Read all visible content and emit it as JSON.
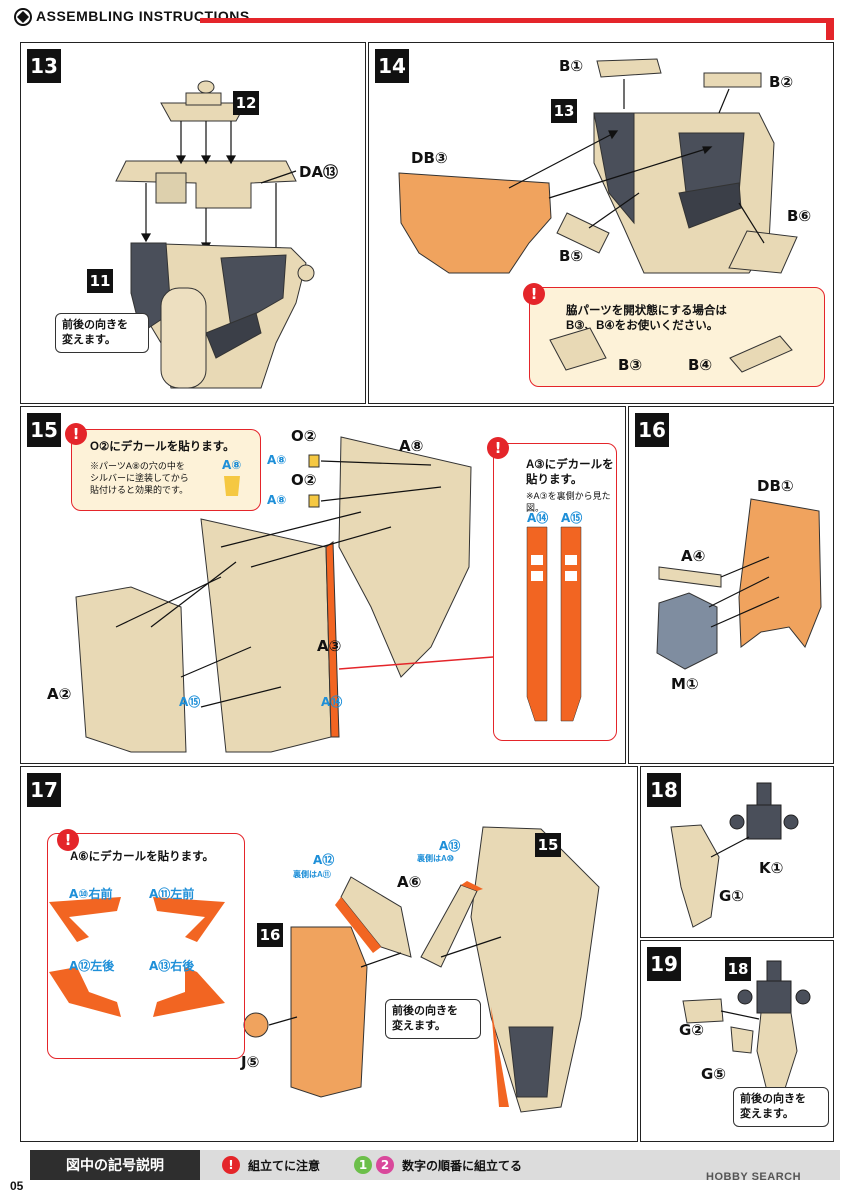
{
  "header": {
    "title": "ASSEMBLING INSTRUCTIONS"
  },
  "colors": {
    "accent": "#e4252a",
    "part_tan": "#e8d9b5",
    "part_orange": "#f0a35e",
    "part_grey": "#7f8da0",
    "part_dark": "#4a4f5a",
    "decal_orange": "#f26522",
    "decal_blue": "#1e8fd8"
  },
  "steps": {
    "s13": {
      "num": "13",
      "ref": "12",
      "ref2": "11",
      "part": "DA⑬",
      "note": [
        "前後の向きを",
        "変えます。"
      ]
    },
    "s14": {
      "num": "14",
      "ref": "13",
      "parts": [
        "B①",
        "B②",
        "DB③",
        "B⑤",
        "B⑥",
        "B③",
        "B④"
      ],
      "warn": [
        "脇パーツを開状態にする場合は",
        "B③、B④をお使いください。"
      ]
    },
    "s15": {
      "num": "15",
      "parts": [
        "O②",
        "A⑧",
        "O②",
        "A③",
        "A②"
      ],
      "decals": [
        "A⑧",
        "A⑧",
        "A⑧",
        "A⑮",
        "A⑭",
        "A⑭",
        "A⑮"
      ],
      "warn1": [
        "O②にデカールを貼ります。"
      ],
      "warn1_sub": [
        "※パーツA⑧の穴の中を",
        "シルバーに塗装してから",
        "貼付けると効果的です。"
      ],
      "warn2": [
        "A③にデカールを",
        "貼ります。"
      ],
      "warn2_sub": [
        "※A③を裏側から見た図。"
      ]
    },
    "s16": {
      "num": "16",
      "parts": [
        "DB①",
        "A④",
        "M①"
      ]
    },
    "s17": {
      "num": "17",
      "ref": "15",
      "ref2": "16",
      "parts": [
        "A⑥",
        "J⑤"
      ],
      "decals": [
        "A⑫",
        "A⑬"
      ],
      "small_decals": [
        "裏側はA⑪",
        "裏側はA⑩"
      ],
      "warn": [
        "A⑥にデカールを貼ります。"
      ],
      "decal_labels": [
        "A⑩右前",
        "A⑪左前",
        "A⑫左後",
        "A⑬右後"
      ],
      "note": [
        "前後の向きを",
        "変えます。"
      ]
    },
    "s18": {
      "num": "18",
      "parts": [
        "K①",
        "G①"
      ]
    },
    "s19": {
      "num": "19",
      "ref": "18",
      "parts": [
        "G②",
        "G⑤"
      ],
      "note": [
        "前後の向きを",
        "変えます。"
      ]
    }
  },
  "footer": {
    "legend_title": "図中の記号説明",
    "icon1": "!",
    "text1": "組立てに注意",
    "icon2a": "1",
    "icon2b": "2",
    "text2": "数字の順番に組立てる",
    "page": "05",
    "brand": "HOBBY SEARCH"
  }
}
